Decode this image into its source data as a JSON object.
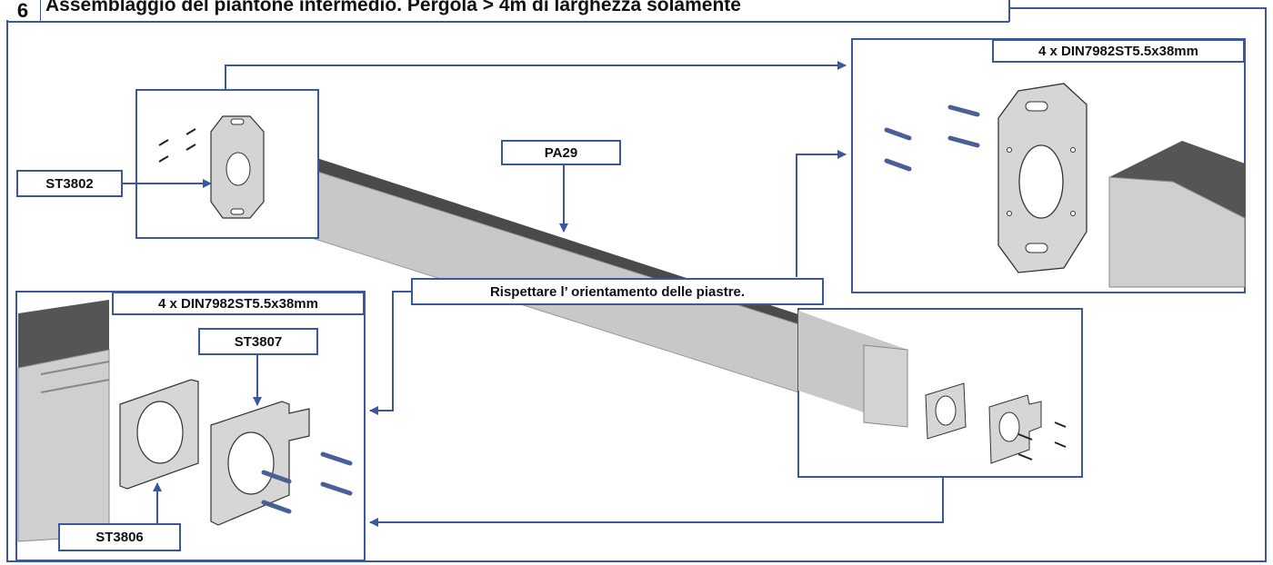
{
  "header": {
    "step_number": "6",
    "title": "Assemblaggio del piantone intermedio. Pergola > 4m di larghezza solamente"
  },
  "labels": {
    "part_st3802": "ST3802",
    "part_pa29": "PA29",
    "part_st3807": "ST3807",
    "part_st3806": "ST3806",
    "screws_top_right": "4 x DIN7982ST5.5x38mm",
    "screws_bottom_left": "4 x DIN7982ST5.5x38mm",
    "note_orientation": "Rispettare l’ orientamento delle piastre."
  },
  "colors": {
    "frame_blue": "#3a57a0",
    "beam_light": "#c9c9c9",
    "beam_dark": "#555555",
    "plate": "#d9d9d9",
    "screw": "#4a5f95"
  }
}
